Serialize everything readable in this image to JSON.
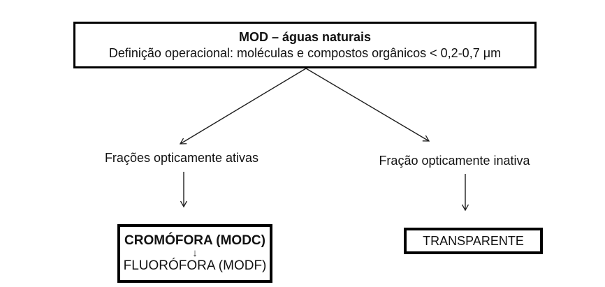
{
  "diagram": {
    "root": {
      "title": "MOD – águas naturais",
      "subtitle": "Definição operacional: moléculas e compostos orgânicos < 0,2-0,7 μm"
    },
    "branches": {
      "left": {
        "label": "Frações opticamente ativas",
        "box": {
          "line1": "CROMÓFORA (MODC)",
          "arrow_glyph": "↓",
          "line2": "FLUORÓFORA (MODF)"
        }
      },
      "right": {
        "label": "Fração opticamente inativa",
        "box_label": "TRANSPARENTE"
      }
    },
    "colors": {
      "background": "#ffffff",
      "box_border": "#000000",
      "text": "#111111",
      "arrow": "#1f1f1f"
    }
  }
}
